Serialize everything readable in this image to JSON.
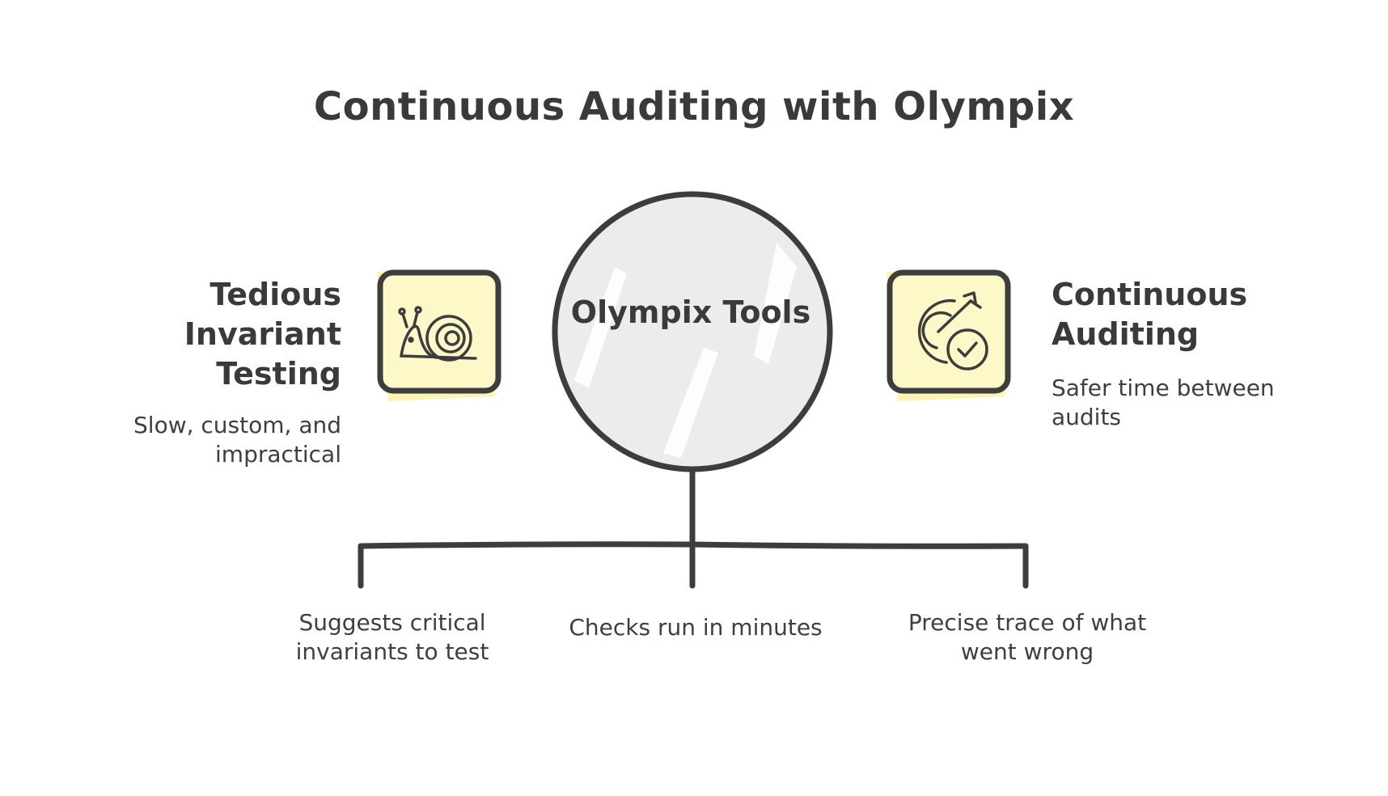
{
  "title": "Continuous Auditing with Olympix",
  "center": {
    "label": "Olympix Tools"
  },
  "left": {
    "heading": "Tedious Invariant Testing",
    "description": "Slow, custom, and impractical",
    "icon": "snail-icon"
  },
  "right": {
    "heading": "Continuous Auditing",
    "description": "Safer time between audits",
    "icon": "target-check-icon"
  },
  "branches": [
    {
      "label": "Suggests critical invariants to test"
    },
    {
      "label": "Checks run in minutes"
    },
    {
      "label": "Precise trace of what went wrong"
    }
  ],
  "colors": {
    "stroke": "#3d3d3d",
    "circle_fill": "#e9e9e9",
    "icon_highlight": "#fbf4a8",
    "icon_box_fill": "#fdf8c8",
    "text": "#3a3a3a"
  }
}
